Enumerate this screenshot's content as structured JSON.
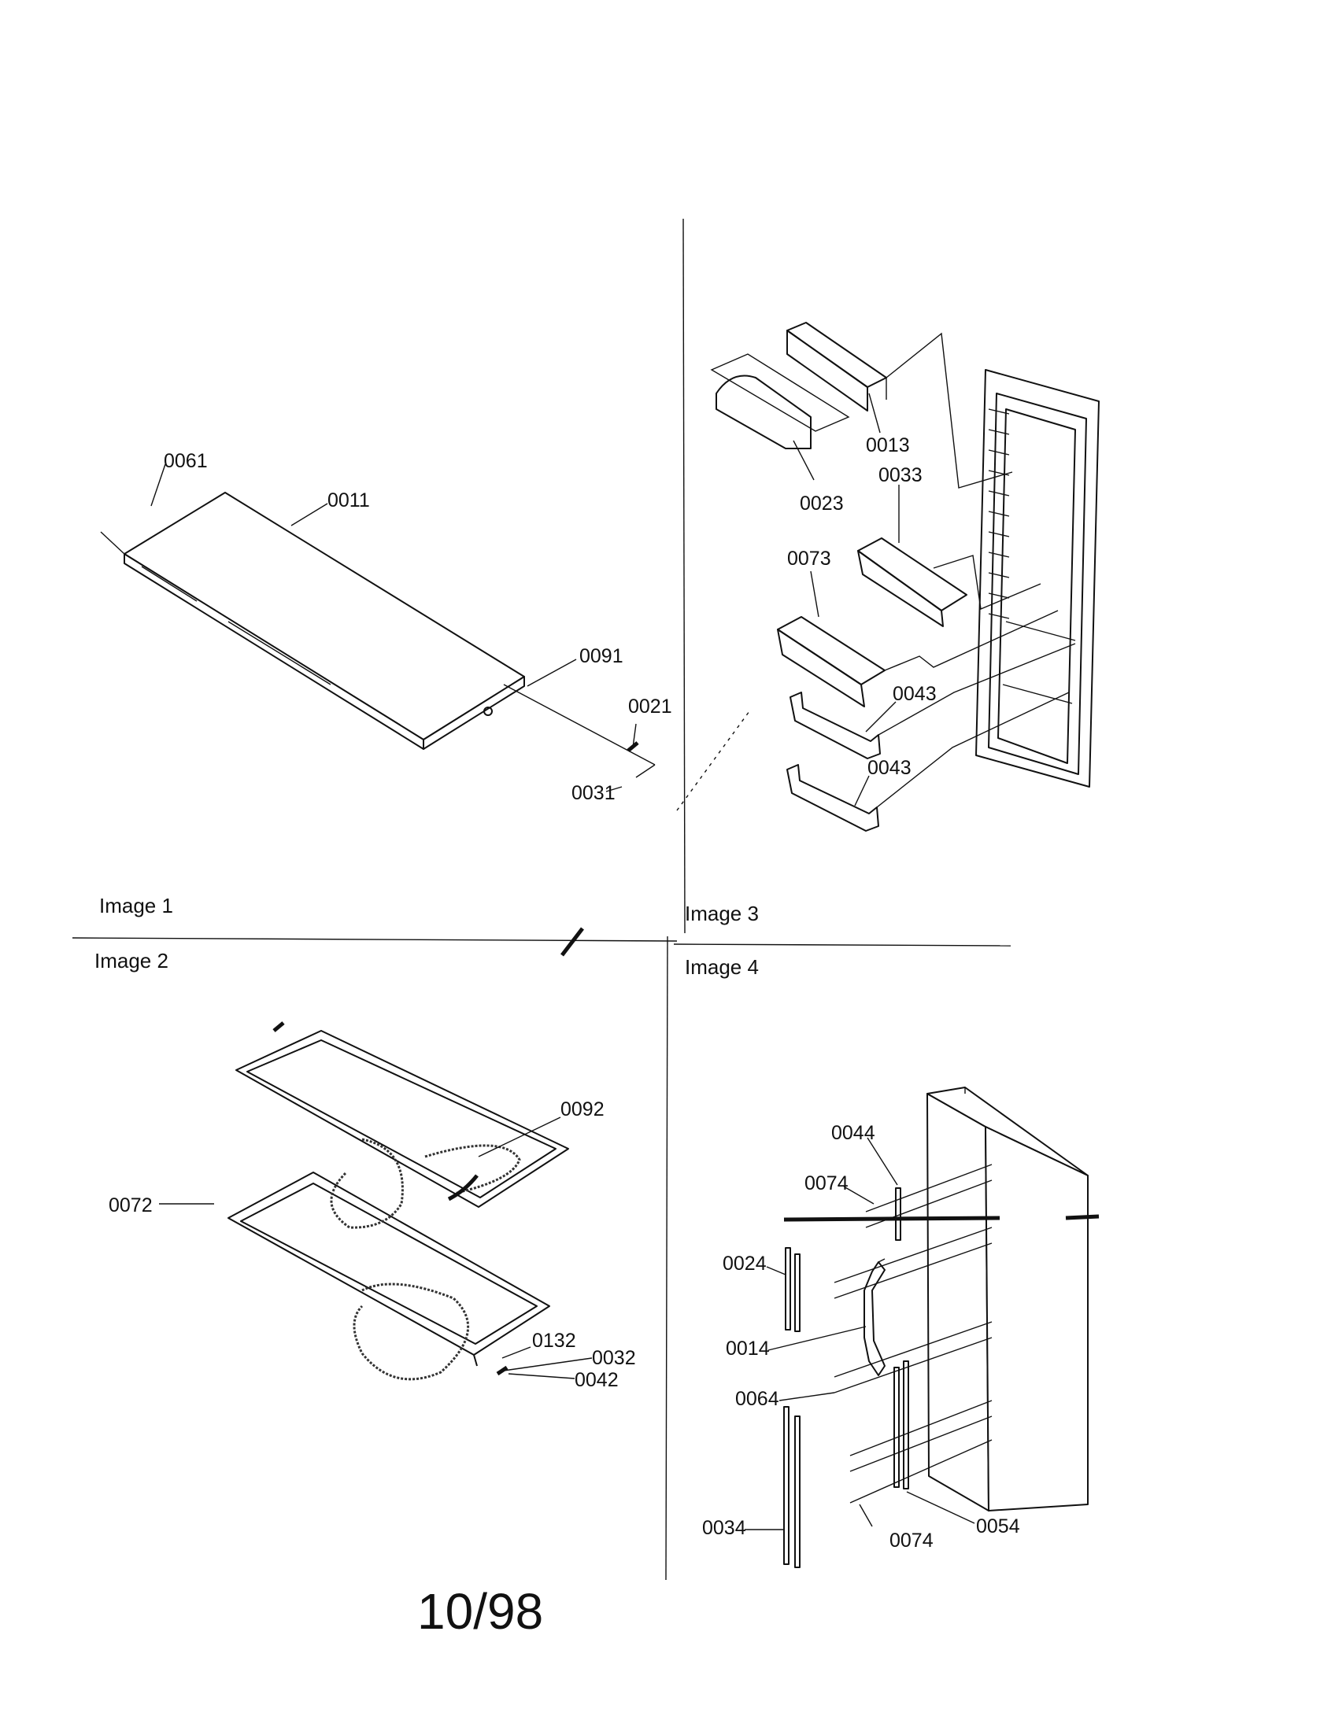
{
  "panels": {
    "image1": {
      "label": "Image 1"
    },
    "image2": {
      "label": "Image 2"
    },
    "image3": {
      "label": "Image 3"
    },
    "image4": {
      "label": "Image 4"
    }
  },
  "callouts": {
    "image1": [
      "0061",
      "0011",
      "0091",
      "0021",
      "0031"
    ],
    "image2": [
      "0092",
      "0072",
      "0132",
      "0032",
      "0042"
    ],
    "image3": [
      "0013",
      "0023",
      "0033",
      "0073",
      "0043",
      "0043"
    ],
    "image4": [
      "0044",
      "0074",
      "0024",
      "0014",
      "0064",
      "0034",
      "0074",
      "0054"
    ]
  },
  "footer": {
    "date": "10/98"
  }
}
